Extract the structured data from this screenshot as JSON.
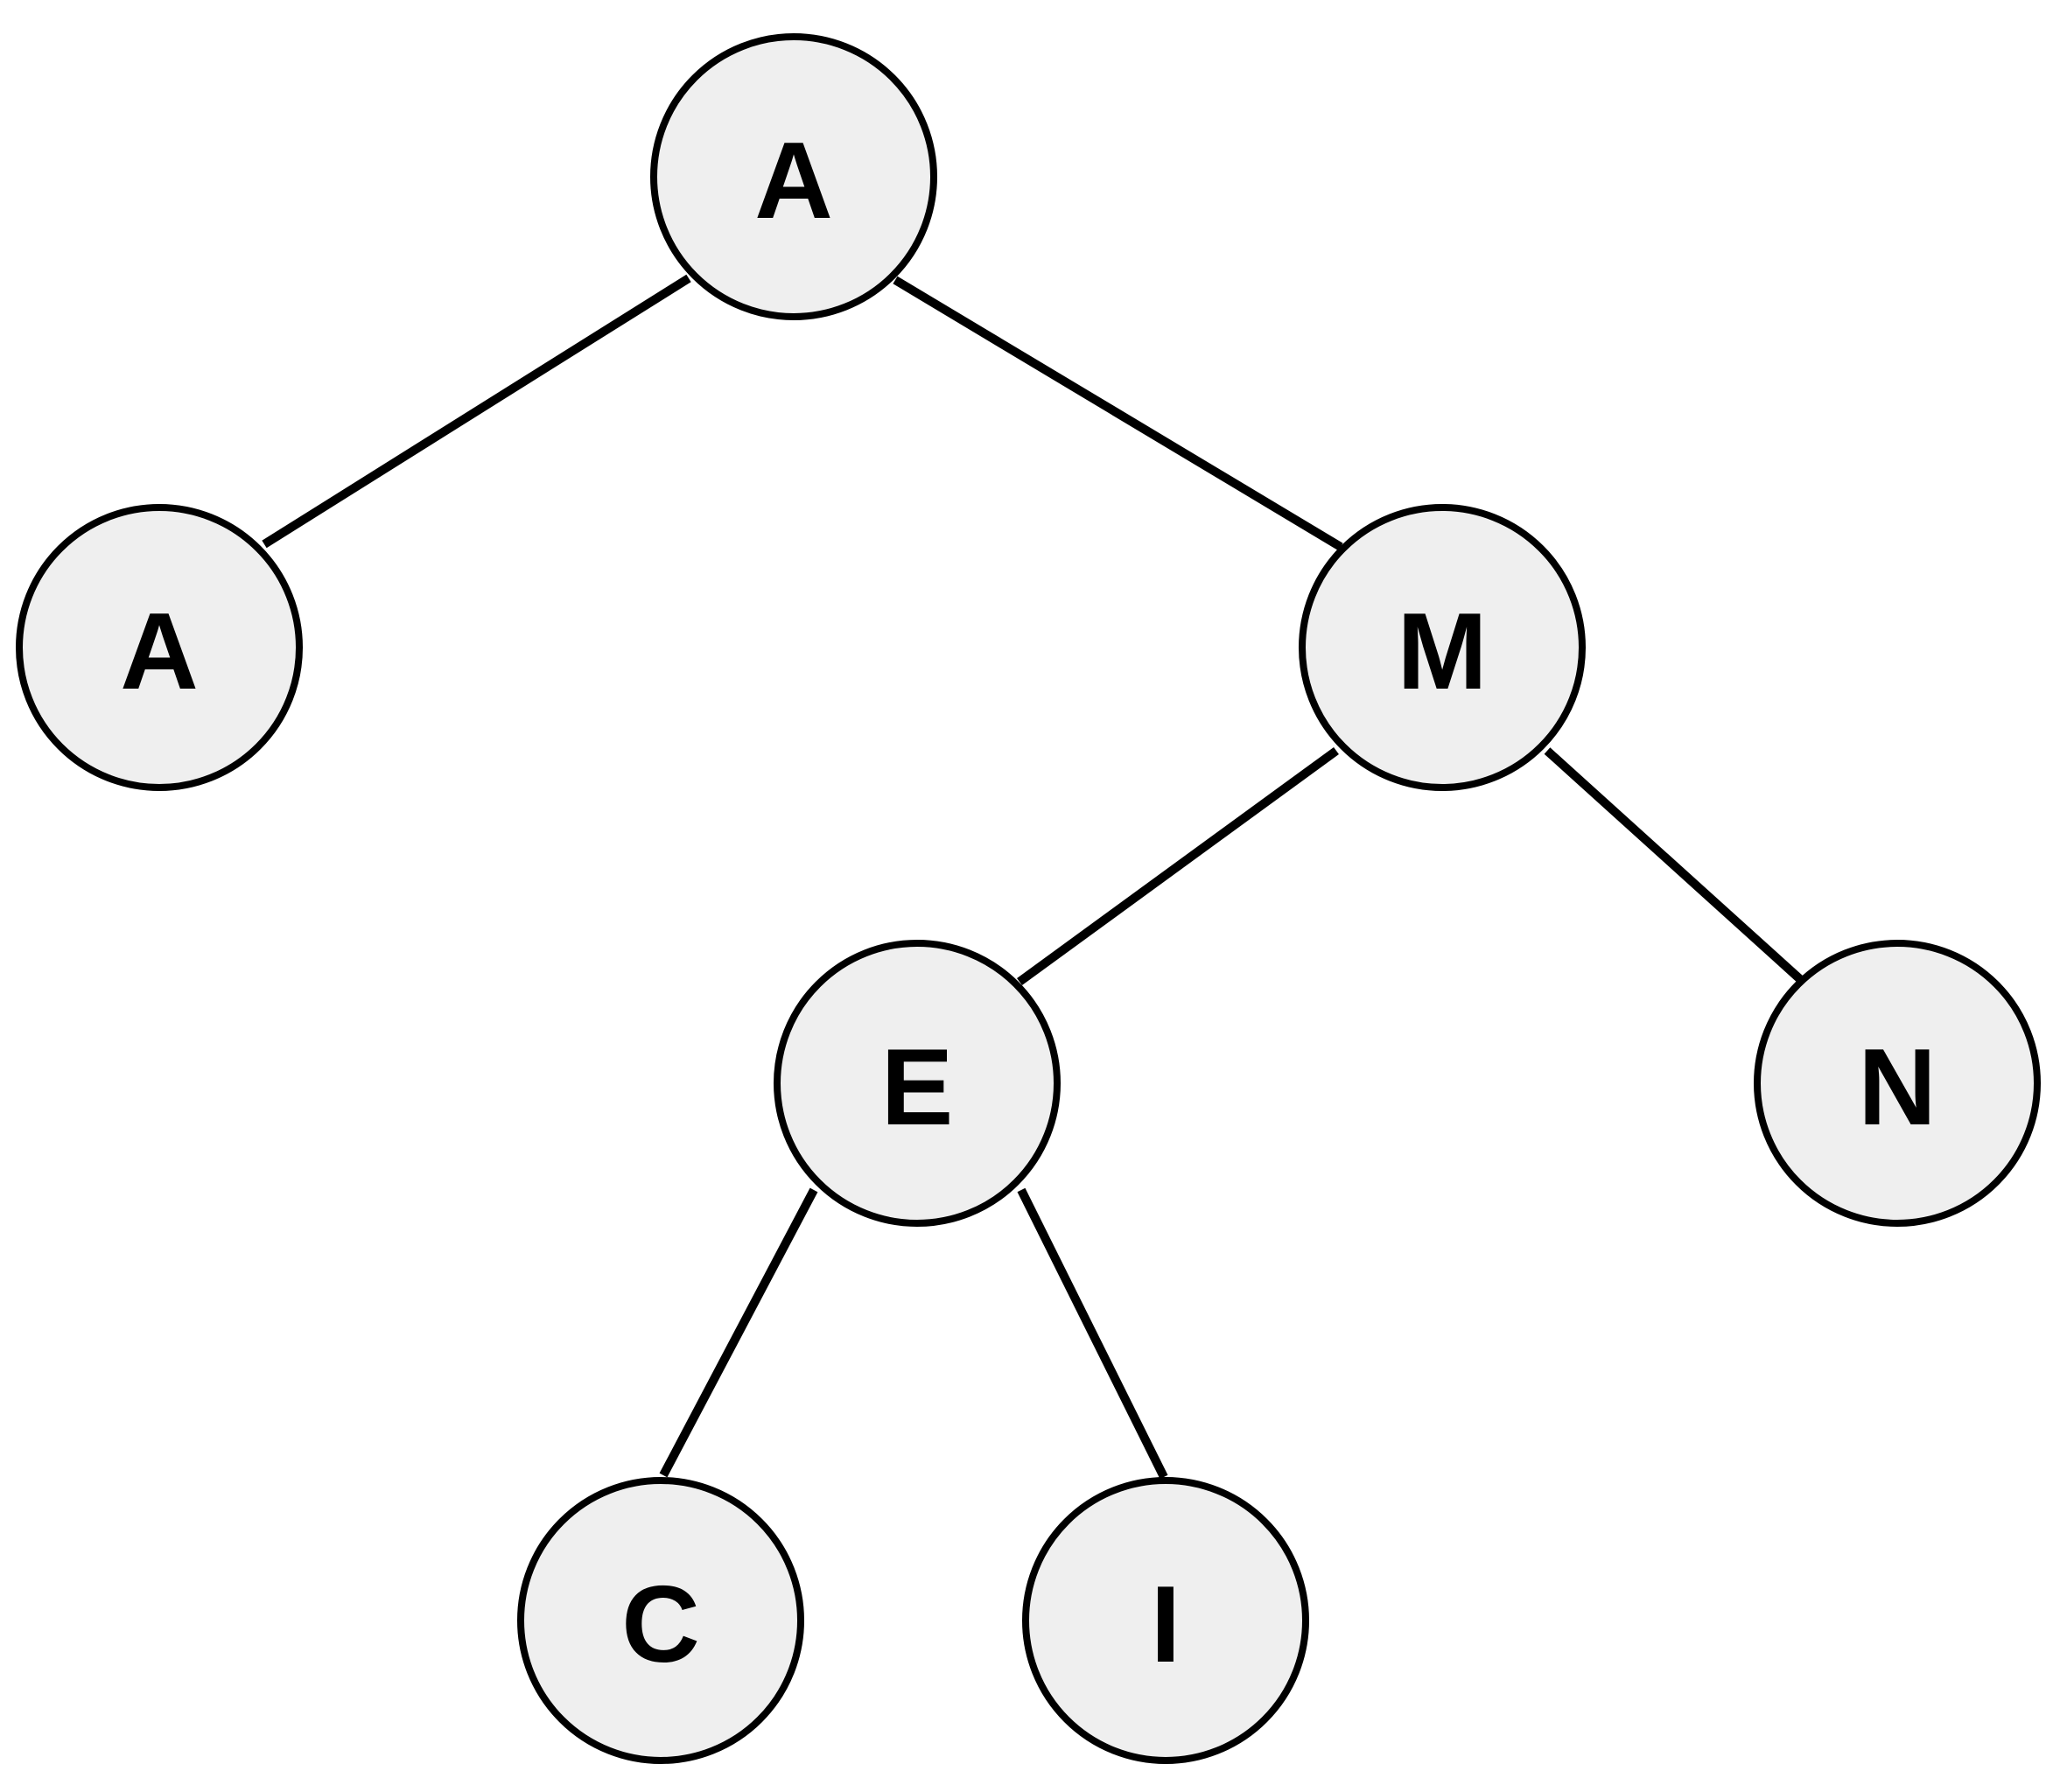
{
  "diagram": {
    "type": "binary-tree",
    "nodes": [
      {
        "id": "n1",
        "label": "A"
      },
      {
        "id": "n2",
        "label": "A"
      },
      {
        "id": "n3",
        "label": "M"
      },
      {
        "id": "n4",
        "label": "E"
      },
      {
        "id": "n5",
        "label": "N"
      },
      {
        "id": "n6",
        "label": "C"
      },
      {
        "id": "n7",
        "label": "I"
      }
    ],
    "edges": [
      {
        "from": "n1",
        "to": "n2"
      },
      {
        "from": "n1",
        "to": "n3"
      },
      {
        "from": "n3",
        "to": "n4"
      },
      {
        "from": "n3",
        "to": "n5"
      },
      {
        "from": "n4",
        "to": "n6"
      },
      {
        "from": "n4",
        "to": "n7"
      }
    ],
    "colors": {
      "node_fill": "#efefef",
      "node_stroke": "#000000",
      "edge": "#000000",
      "label": "#000000",
      "background": "#ffffff"
    }
  }
}
